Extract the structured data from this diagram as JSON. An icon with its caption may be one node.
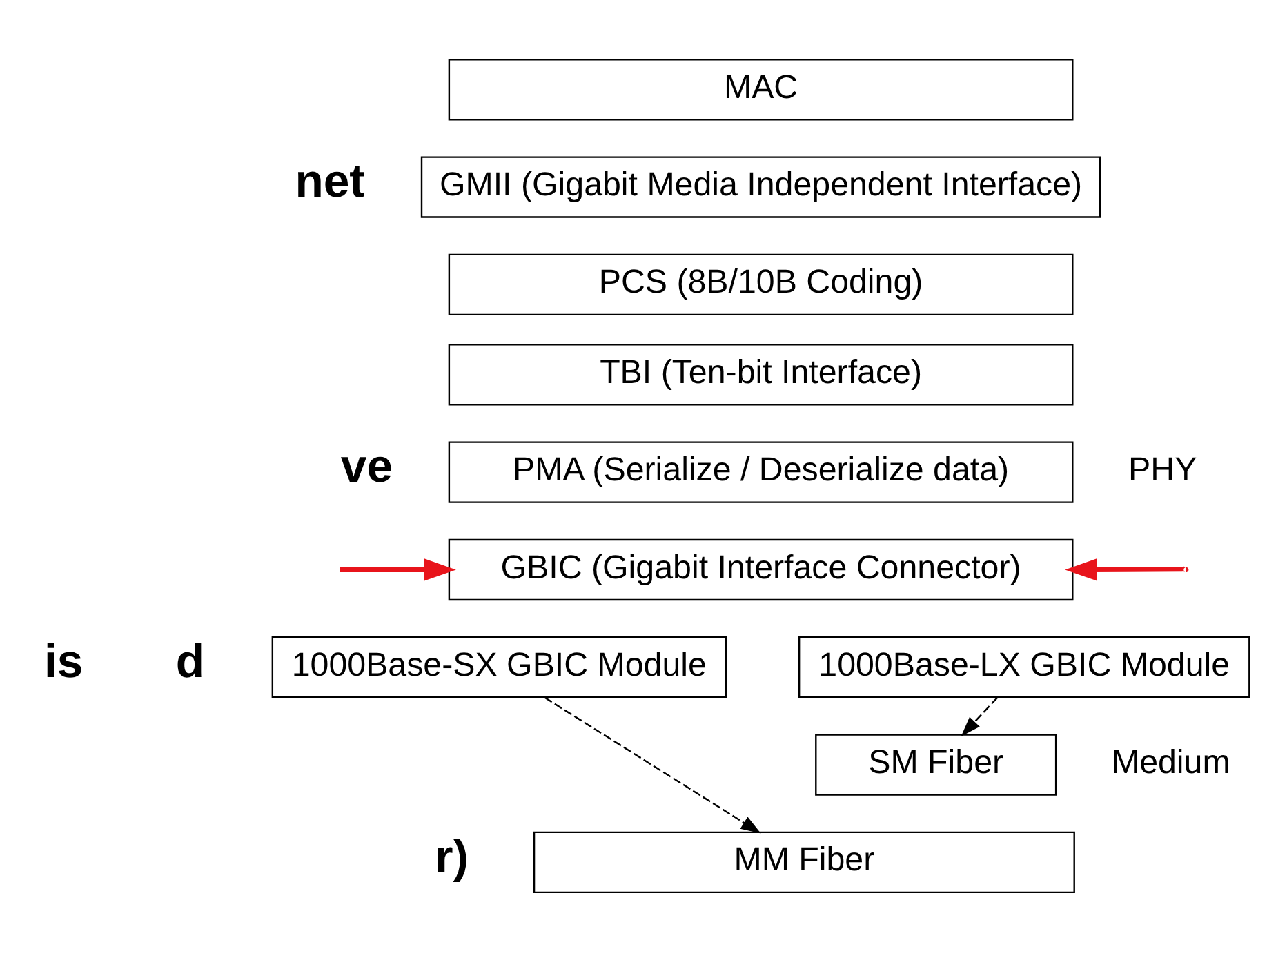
{
  "diagram": {
    "nodes": [
      {
        "text": [
          "MAC"
        ]
      },
      {
        "text": [
          "GMII (Gigabit Media Independent Interface)"
        ]
      },
      {
        "text": [
          "PCS (8B/10B Coding)"
        ]
      },
      {
        "text": [
          "TBI (Ten-bit Interface)"
        ]
      },
      {
        "text": [
          "PMA (Serialize / Deserialize data)"
        ]
      },
      {
        "text": [
          "GBIC (Gigabit Interface Connector)"
        ]
      },
      {
        "text": [
          "1000Base-SX GBIC Module"
        ]
      },
      {
        "text": [
          "1000Base-LX GBIC Module"
        ]
      },
      {
        "text": [
          "SM Fiber"
        ]
      },
      {
        "text": [
          "MM Fiber"
        ]
      }
    ],
    "edges": [
      {
        "from": null,
        "to": 5,
        "arrow": "to",
        "color": "#e8141b",
        "style": "thick"
      },
      {
        "from": null,
        "to": 5,
        "arrow": "to",
        "color": "#e8141b",
        "style": "thick"
      },
      {
        "from": 6,
        "to": 9,
        "arrow": "to",
        "style": "dashed",
        "color": "#000000"
      },
      {
        "from": 7,
        "to": 8,
        "arrow": "to",
        "style": "dashed",
        "color": "#000000"
      }
    ],
    "labels": [
      "net",
      "ve",
      "is",
      "d",
      "r)",
      "PHY",
      "Medium"
    ]
  }
}
